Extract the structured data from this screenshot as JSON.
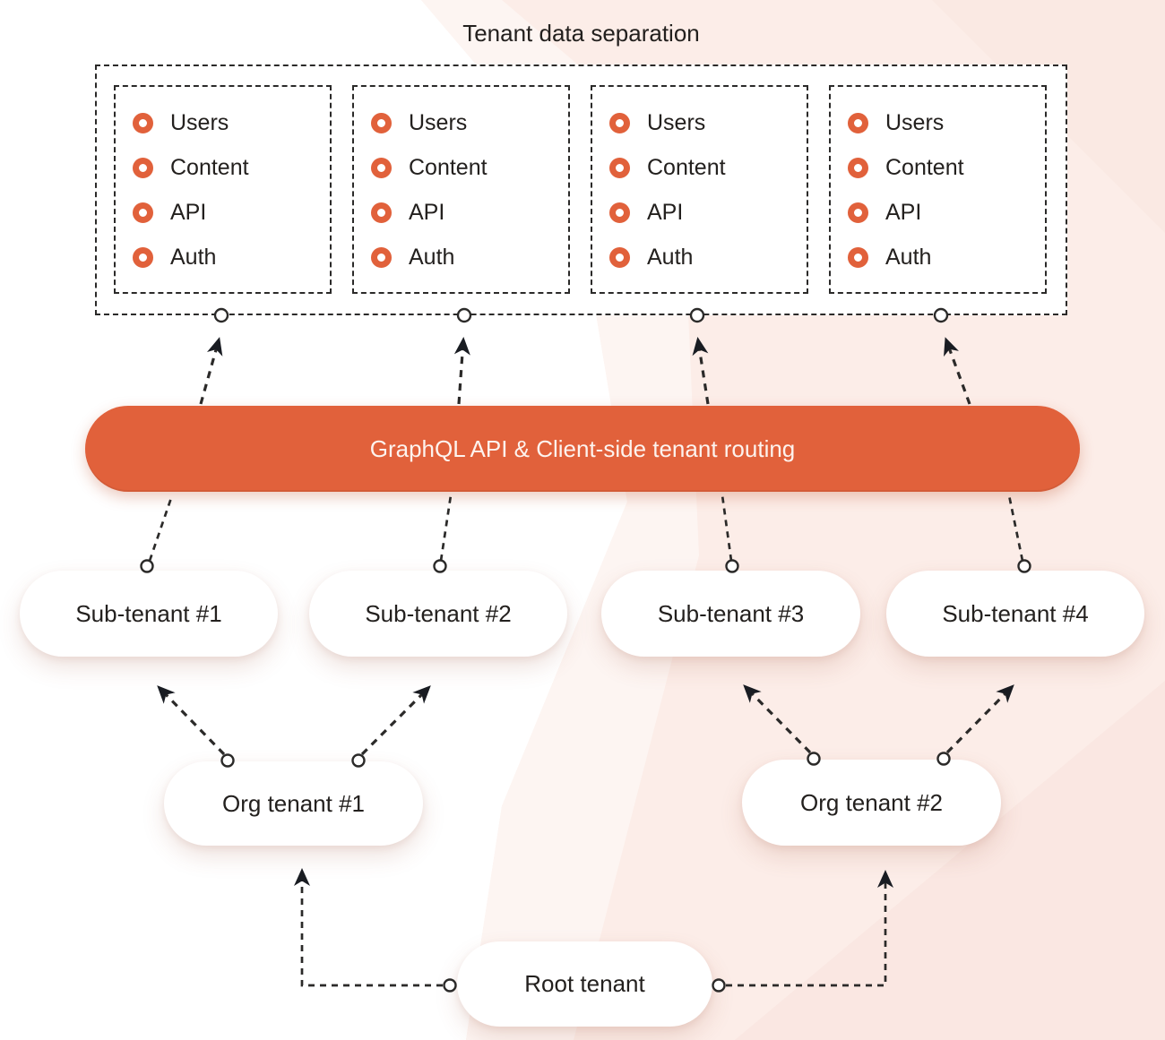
{
  "title": "Tenant data separation",
  "tenant_boxes": [
    {
      "items": [
        "Users",
        "Content",
        "API",
        "Auth"
      ]
    },
    {
      "items": [
        "Users",
        "Content",
        "API",
        "Auth"
      ]
    },
    {
      "items": [
        "Users",
        "Content",
        "API",
        "Auth"
      ]
    },
    {
      "items": [
        "Users",
        "Content",
        "API",
        "Auth"
      ]
    }
  ],
  "api_pill": {
    "label": "GraphQL API & Client-side tenant routing"
  },
  "sub_tenants": [
    {
      "label": "Sub-tenant #1"
    },
    {
      "label": "Sub-tenant #2"
    },
    {
      "label": "Sub-tenant #3"
    },
    {
      "label": "Sub-tenant #4"
    }
  ],
  "org_tenants": [
    {
      "label": "Org tenant #1"
    },
    {
      "label": "Org tenant #2"
    }
  ],
  "root_tenant": {
    "label": "Root tenant"
  },
  "colors": {
    "accent": "#e1613b",
    "pill-text": "#fdf3ee",
    "line": "#2b2a29",
    "arrowhead": "#191c22",
    "text": "#23201e",
    "bg-pink": "#fcede8",
    "bg-pink-light": "#fdf5f2",
    "bg-pink-deep": "#f8e2db"
  }
}
